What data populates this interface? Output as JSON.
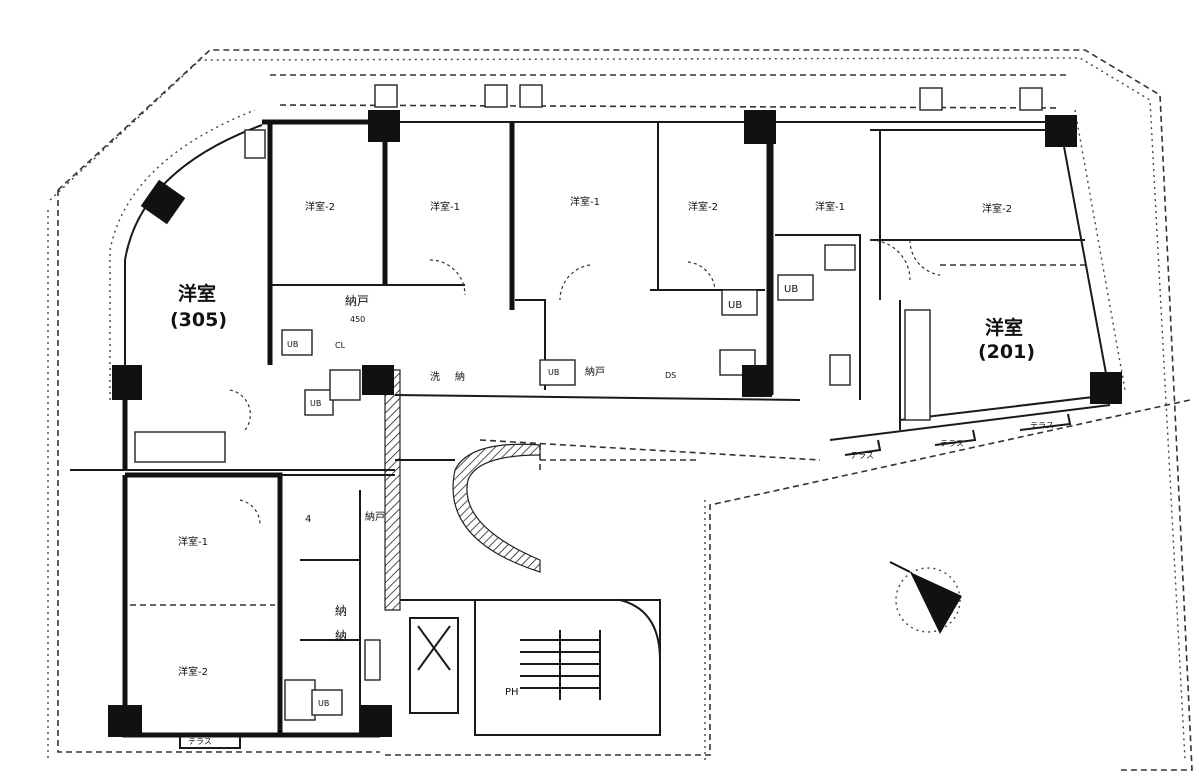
{
  "rooms": {
    "room_305_name": "洋室",
    "room_305_num": "(305)",
    "room_201_name": "洋室",
    "room_201_num": "(201)",
    "top_room_1": "洋室-2",
    "top_room_2": "洋室-1",
    "top_room_3": "洋室-1",
    "top_room_4": "洋室-2",
    "top_room_5": "洋室-1",
    "top_room_6": "洋室-2",
    "left_room_upper": "洋室-1",
    "left_room_lower": "洋室-2",
    "wardrobe_top": "納戸",
    "wardrobe_top_sub": "450",
    "wardrobe_left_1": "納",
    "wardrobe_left_2": "納",
    "wardrobe_center": "納戸",
    "small_closet_1": "洗",
    "small_closet_2": "納",
    "storage_center": "納戸",
    "stair_label": "PH",
    "balcony_1": "テラス",
    "balcony_2": "テラス",
    "balcony_3": "テラス",
    "balcony_4": "テラス"
  },
  "units": {
    "ub_1": "UB",
    "ub_2": "UB",
    "ub_3": "UB",
    "ub_4": "UB",
    "ub_5": "UB",
    "ub_6": "UB"
  },
  "marks": {
    "cl_1": "CL",
    "cl_2": "DS",
    "pct": "4"
  }
}
